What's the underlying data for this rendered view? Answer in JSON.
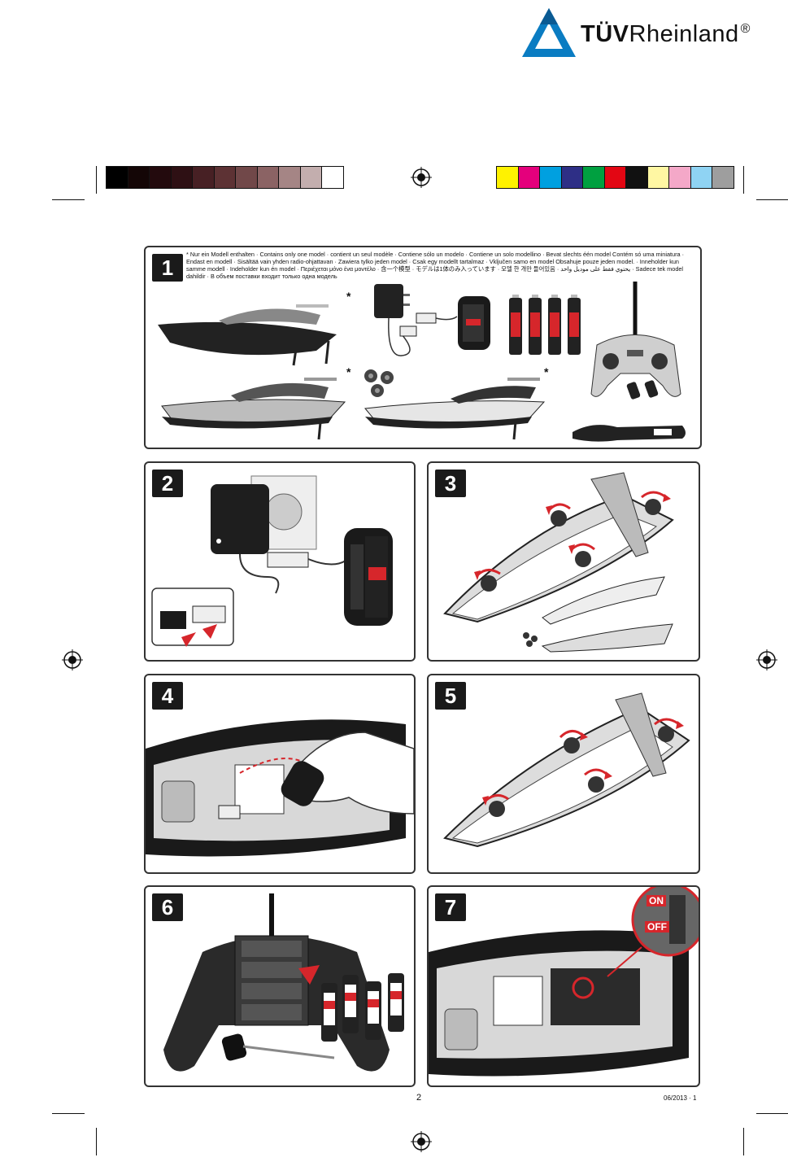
{
  "header": {
    "brand_bold": "TÜV",
    "brand_light": "Rheinland",
    "brand_mark": "®",
    "logo_colors": {
      "blue": "#0a7cc2",
      "dark": "#0a5a93"
    }
  },
  "color_bars": {
    "grayscale": [
      "#000000",
      "#140606",
      "#230a0d",
      "#2e1014",
      "#472024",
      "#5d3234",
      "#714849",
      "#8b6364",
      "#a58585",
      "#c3aeae",
      "#ffffff"
    ],
    "process": [
      "#fff200",
      "#e4007c",
      "#00a0e0",
      "#2e2f86",
      "#00a040",
      "#e30613",
      "#111111",
      "#fff7a3",
      "#f4a8c8",
      "#8fd3f3",
      "#9e9e9e"
    ]
  },
  "panel1": {
    "number": "1",
    "note": "* Nur ein Modell enthalten · Contains only one model · contient un seul modèle · Contiene sólo un modelo · Contiene un solo modellino · Bevat slechts één model Contém só uma miniatura · Endast en modell · Sisältää vain yhden radio-ohjattavan · Zawiera tylko jeden model · Csak egy modellt tartalmaz · Vključen samo en model Obsahuje pouze jeden model. · Inneholder kun samme modell · Indeholder kun én model · Περιέχεται μόνο ένα μοντέλο · 含一个模型 · モデルは1体のみ入っています · 모델 한 개만 들어있음 · يحتوي فقط على موديل واحد · Sadece tek model dahildir · В объем поставки входит только одна модель",
    "stars": [
      "*",
      "*",
      "*"
    ]
  },
  "panels": [
    {
      "number": "2"
    },
    {
      "number": "3"
    },
    {
      "number": "4"
    },
    {
      "number": "5"
    },
    {
      "number": "6"
    },
    {
      "number": "7",
      "on_label": "ON",
      "off_label": "OFF"
    }
  ],
  "footer": {
    "page_number": "2",
    "edition": "06/2013 · 1"
  },
  "colors": {
    "arrow_red": "#d6262b",
    "panel_border": "#333333"
  }
}
